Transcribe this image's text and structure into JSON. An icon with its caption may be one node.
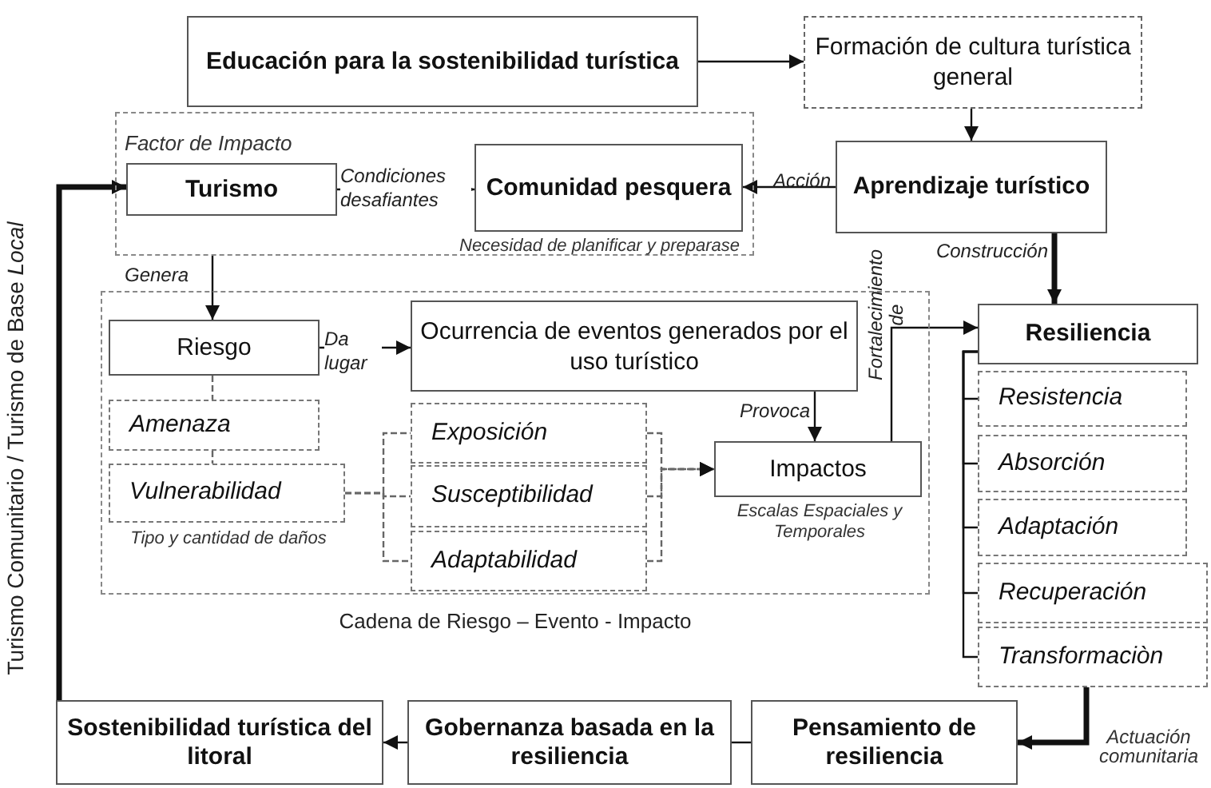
{
  "diagram": {
    "nodes": [
      {
        "text": [
          "Educación para la sostenibilidad turística"
        ]
      },
      {
        "text": [
          "Formación de cultura turística general"
        ]
      },
      {
        "text": [],
        "shape": "box"
      },
      {
        "text": [
          "Turismo"
        ],
        "in": 2,
        "beside": [
          "Factor de Impacto"
        ]
      },
      {
        "text": [
          "Comunidad pesquera"
        ],
        "in": 2,
        "beside": [
          "Necesidad de planificar y preparase"
        ]
      },
      {
        "text": [
          "Aprendizaje turístico"
        ]
      },
      {
        "text": [
          "Cadena de Riesgo – Evento - Impacto"
        ]
      },
      {
        "text": [
          "Riesgo"
        ],
        "in": 6
      },
      {
        "text": [
          "Ocurrencia de eventos generados por el uso turístico"
        ],
        "in": 6
      },
      {
        "text": [
          "Amenaza"
        ],
        "in": 6
      },
      {
        "text": [
          "Vulnerabilidad"
        ],
        "in": 6,
        "beside": [
          "Tipo y cantidad de daños"
        ]
      },
      {
        "text": [
          "Exposición"
        ],
        "in": 6
      },
      {
        "text": [
          "Susceptibilidad"
        ],
        "in": 6
      },
      {
        "text": [
          "Adaptabilidad"
        ],
        "in": 6
      },
      {
        "text": [
          "Impactos"
        ],
        "in": 6,
        "beside": [
          "Escalas Espaciales y Temporales"
        ]
      },
      {
        "text": [
          "Resiliencia"
        ]
      },
      {
        "text": [
          "Resistencia"
        ]
      },
      {
        "text": [
          "Absorción"
        ]
      },
      {
        "text": [
          "Adaptación"
        ]
      },
      {
        "text": [
          "Recuperación"
        ]
      },
      {
        "text": [
          "Transformaciòn"
        ]
      },
      {
        "text": [
          "Pensamiento de resiliencia"
        ]
      },
      {
        "text": [
          "Gobernanza basada en la resiliencia"
        ]
      },
      {
        "text": [
          "Sostenibilidad turística del litoral"
        ]
      }
    ],
    "edges": [
      {
        "from": 0,
        "to": 1,
        "arrow": "to"
      },
      {
        "from": 1,
        "to": 5,
        "arrow": "to"
      },
      {
        "from": 3,
        "to": 4,
        "arrow": "to",
        "label": "Condiciones desafiantes"
      },
      {
        "from": 5,
        "to": 4,
        "arrow": "to",
        "label": "Acción"
      },
      {
        "from": 5,
        "to": 15,
        "arrow": "to",
        "label": "Construcción",
        "style": "thick"
      },
      {
        "from": 2,
        "to": 7,
        "arrow": "to",
        "label": "Genera"
      },
      {
        "from": 7,
        "to": 8,
        "arrow": "to",
        "label": "Da lugar"
      },
      {
        "from": 8,
        "to": 14,
        "arrow": "to",
        "label": "Provoca"
      },
      {
        "from": 7,
        "to": 9,
        "arrow": "none",
        "style": "dashed"
      },
      {
        "from": 9,
        "to": 10,
        "arrow": "none",
        "style": "dashed"
      },
      {
        "from": 10,
        "to": 11,
        "arrow": "none",
        "style": "dashed"
      },
      {
        "from": 10,
        "to": 12,
        "arrow": "none",
        "style": "dashed"
      },
      {
        "from": 10,
        "to": 13,
        "arrow": "none",
        "style": "dashed"
      },
      {
        "from": 11,
        "to": 14,
        "arrow": "to",
        "style": "dashed"
      },
      {
        "from": 12,
        "to": 14,
        "arrow": "to",
        "style": "dashed"
      },
      {
        "from": 13,
        "to": 14,
        "arrow": "to",
        "style": "dashed"
      },
      {
        "from": 14,
        "to": 15,
        "arrow": "to",
        "label": "Fortalecimiento de"
      },
      {
        "from": 15,
        "to": 16,
        "arrow": "none"
      },
      {
        "from": 15,
        "to": 17,
        "arrow": "none"
      },
      {
        "from": 15,
        "to": 18,
        "arrow": "none"
      },
      {
        "from": 15,
        "to": 19,
        "arrow": "none"
      },
      {
        "from": 15,
        "to": 20,
        "arrow": "none"
      },
      {
        "from": 20,
        "to": 21,
        "arrow": "to",
        "label": "Actuación comunitaria",
        "style": "thick"
      },
      {
        "from": 21,
        "to": 22,
        "arrow": "none"
      },
      {
        "from": 22,
        "to": 23,
        "arrow": "to"
      },
      {
        "from": 23,
        "to": 3,
        "arrow": "to",
        "label": "Turismo Comunitario / Turismo de Base *Local*",
        "style": "thick"
      }
    ]
  }
}
